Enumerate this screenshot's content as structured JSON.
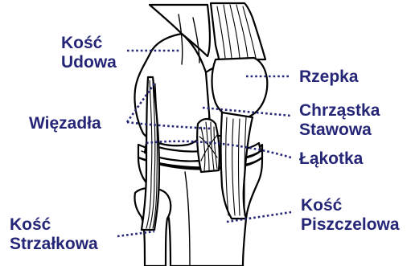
{
  "labels": {
    "femur": {
      "line1": "Kość",
      "line2": "Udowa"
    },
    "patella": "Rzepka",
    "ligaments": "Więzadła",
    "cartilage": {
      "line1": "Chrząstka",
      "line2": "Stawowa"
    },
    "meniscus": "Łąkotka",
    "tibia": {
      "line1": "Kość",
      "line2": "Piszczelowa"
    },
    "fibula": {
      "line1": "Kość",
      "line2": "Strzałkowa"
    }
  },
  "colors": {
    "label_text": "#262678",
    "leader_lines": "#262678",
    "drawing": "#000000",
    "background": "#ffffff"
  }
}
